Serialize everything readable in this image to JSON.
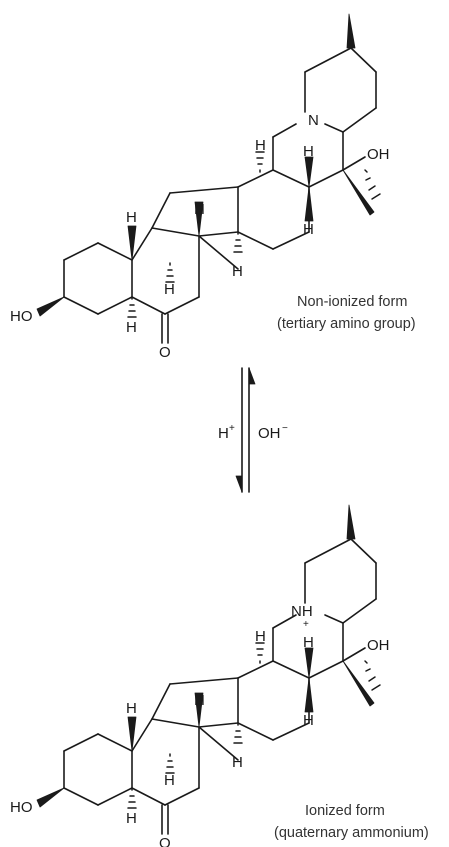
{
  "reagents": {
    "forward": "H",
    "forward_charge": "+",
    "reverse": "OH",
    "reverse_charge": "−"
  },
  "top": {
    "caption_line1": "Non-ionized form",
    "caption_line2": "(tertiary amino group)",
    "n_label": "N",
    "oh_label": "OH",
    "ho_label": "HO",
    "o_label": "O",
    "h": "H"
  },
  "bottom": {
    "caption_line1": "Ionized form",
    "caption_line2": "(quaternary ammonium)",
    "nh_label": "NH",
    "nh_charge": "+",
    "oh_label": "OH",
    "ho_label": "HO",
    "o_label": "O",
    "h": "H"
  }
}
